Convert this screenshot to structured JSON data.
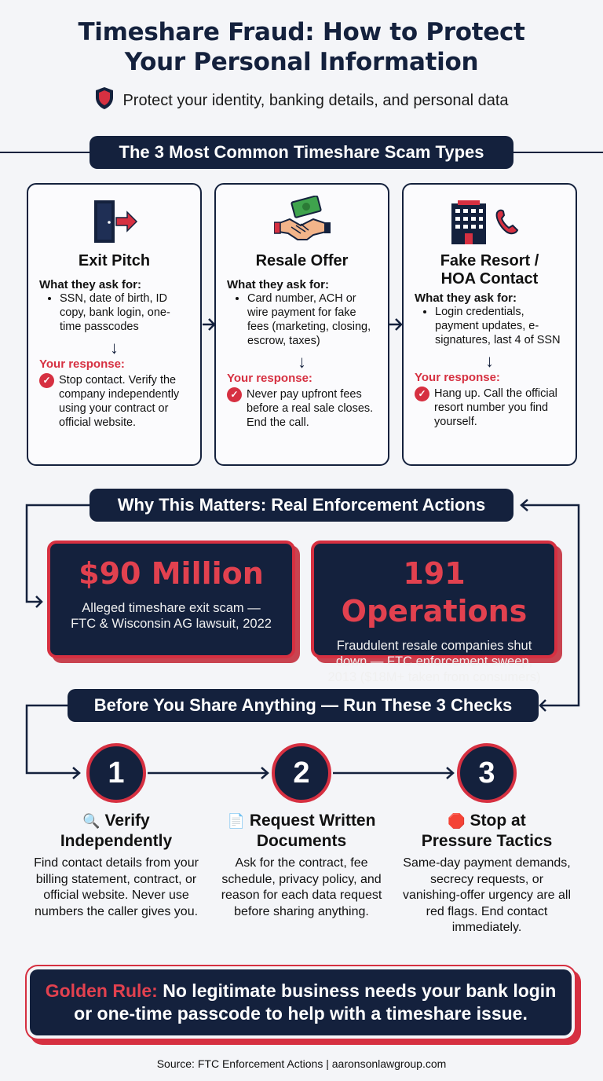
{
  "header": {
    "title_line1": "Timeshare Fraud: How to Protect",
    "title_line2": "Your Personal Information",
    "subtitle": "Protect your identity, banking details, and personal data",
    "subtitle_icon": "shield-icon"
  },
  "scam_section": {
    "heading": "The 3 Most Common Timeshare Scam Types",
    "ask_label": "What they ask for:",
    "response_label": "Your response:",
    "cards": [
      {
        "title": "Exit Pitch",
        "icon": "exit-door-icon",
        "ask": "SSN, date of birth, ID copy, bank login, one-time passcodes",
        "response": "Stop contact. Verify the company independently using your contract or official website."
      },
      {
        "title": "Resale Offer",
        "icon": "handshake-money-icon",
        "ask": "Card number, ACH or wire payment for fake fees (marketing, closing, escrow, taxes)",
        "response": "Never pay upfront fees before a real sale closes. End the call."
      },
      {
        "title_line1": "Fake Resort /",
        "title_line2": "HOA Contact",
        "icon": "building-phone-icon",
        "ask": "Login credentials, payment updates, e-signatures, last 4 of SSN",
        "response": "Hang up. Call the official resort number you find yourself."
      }
    ]
  },
  "enforcement": {
    "heading": "Why This Matters: Real Enforcement Actions",
    "stats": [
      {
        "value": "$90 Million",
        "desc_line1": "Alleged timeshare exit scam —",
        "desc_line2": "FTC & Wisconsin AG lawsuit, 2022"
      },
      {
        "value": "191 Operations",
        "desc_line1": "Fraudulent resale companies shut",
        "desc_line2": "down — FTC enforcement sweep,",
        "desc_line3": "2013 ($18M+ taken from consumers)"
      }
    ]
  },
  "checks": {
    "heading": "Before You Share Anything — Run These 3 Checks",
    "steps": [
      {
        "number": "1",
        "icon_glyph": "🔍",
        "title_line1": "Verify",
        "title_line2": "Independently",
        "text": "Find contact details from your billing statement, contract, or official website. Never use numbers the caller gives you."
      },
      {
        "number": "2",
        "icon_glyph": "📄",
        "title_line1": "Request Written",
        "title_line2": "Documents",
        "text": "Ask for the contract, fee schedule, privacy policy, and reason for each data request before sharing anything."
      },
      {
        "number": "3",
        "icon_glyph": "🛑",
        "title_line1": "Stop at",
        "title_line2": "Pressure Tactics",
        "text": "Same-day payment demands, secrecy requests, or vanishing-offer urgency are all red flags. End contact immediately."
      }
    ]
  },
  "golden_rule": {
    "label": "Golden Rule:",
    "text_line1": "No legitimate business needs your bank login",
    "text_line2": "or one-time passcode to help with a timeshare issue."
  },
  "footer": {
    "source": "Source: FTC Enforcement Actions | aaronsonlawgroup.com"
  },
  "colors": {
    "navy": "#14213d",
    "red": "#d63041",
    "background": "#f4f5f8"
  }
}
